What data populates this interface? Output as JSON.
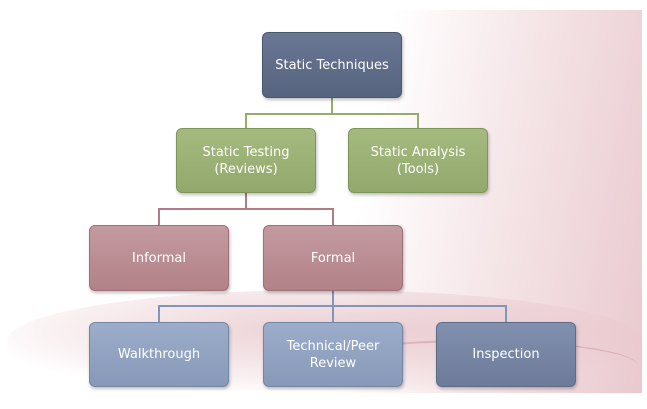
{
  "root": {
    "label": "Static Techniques"
  },
  "level1": [
    {
      "line1": "Static Testing",
      "line2": "(Reviews)"
    },
    {
      "line1": "Static Analysis",
      "line2": "(Tools)"
    }
  ],
  "level2": [
    {
      "label": "Informal"
    },
    {
      "label": "Formal"
    }
  ],
  "level3": [
    {
      "line1": "Walkthrough",
      "line2": ""
    },
    {
      "line1": "Technical/Peer",
      "line2": "Review"
    },
    {
      "line1": "Inspection",
      "line2": ""
    }
  ],
  "colors": {
    "root": "#5d6b88",
    "level1": "#9aaf74",
    "level2": "#b98c92",
    "level3": "#8d9fbf"
  }
}
